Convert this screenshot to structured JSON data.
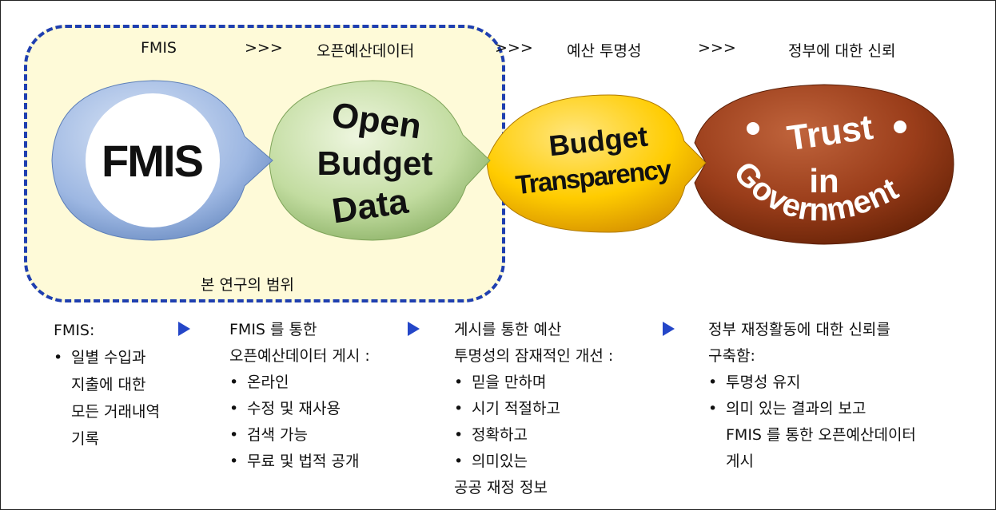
{
  "top_labels": [
    "FMIS",
    ">>>",
    "오픈예산데이터",
    ">>>",
    "예산 투명성",
    ">>>",
    "정부에 대한 신뢰"
  ],
  "scope_label": "본 연구의 범위",
  "stage1": {
    "word": "FMIS",
    "color": "#9db7e2"
  },
  "stage2": {
    "lines": [
      "Open",
      "Budget",
      "Data"
    ],
    "color": "#c2dca0"
  },
  "stage3": {
    "lines": [
      "Budget",
      "Transparency"
    ],
    "color": "#ffcc00"
  },
  "stage4": {
    "lines": [
      "Trust",
      "in",
      "Government"
    ],
    "color": "#9a3d1a"
  },
  "col1": {
    "heading": "FMIS:",
    "bullet": "일별 수입과",
    "cont": [
      "지출에 대한",
      "모든 거래내역",
      "기록"
    ]
  },
  "col2": {
    "heading": "FMIS 를 통한",
    "sub": "오픈예산데이터 게시 :",
    "bullets": [
      "온라인",
      "수정 및 재사용",
      "검색 가능",
      "무료 및 법적 공개"
    ]
  },
  "col3": {
    "heading": "게시를 통한 예산",
    "sub": "투명성의 잠재적인 개선 :",
    "bullets": [
      "믿을 만하며",
      "시기 적절하고",
      "정확하고",
      "의미있는"
    ],
    "footer": "공공 재정 정보"
  },
  "col4": {
    "heading": "정부 재정활동에 대한 신뢰를",
    "sub": "구축함:",
    "bullets": [
      "투명성 유지",
      "의미 있는 결과의 보고"
    ],
    "cont": [
      "FMIS 를 통한 오픈예산데이터",
      "게시"
    ]
  },
  "colors": {
    "dashed_border": "#1f3fb0",
    "scope_fill": "#fefad8",
    "arrow": "#2446c8"
  }
}
